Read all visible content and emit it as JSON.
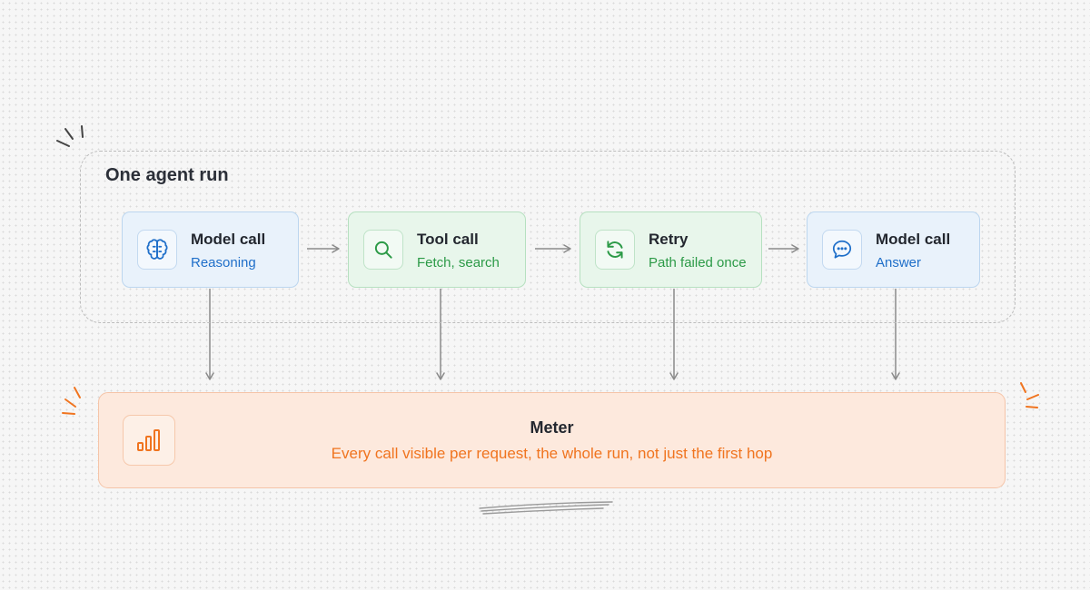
{
  "run": {
    "title": "One agent run",
    "steps": [
      {
        "title": "Model call",
        "subtitle": "Reasoning",
        "icon": "brain-icon",
        "tone": "blue"
      },
      {
        "title": "Tool call",
        "subtitle": "Fetch, search",
        "icon": "search-icon",
        "tone": "green"
      },
      {
        "title": "Retry",
        "subtitle": "Path failed once",
        "icon": "retry-icon",
        "tone": "green"
      },
      {
        "title": "Model call",
        "subtitle": "Answer",
        "icon": "chat-bubble-icon",
        "tone": "blue"
      }
    ]
  },
  "meter": {
    "title": "Meter",
    "subtitle": "Every call visible per request, the whole run, not just the first hop",
    "icon": "bar-chart-icon"
  },
  "colors": {
    "blue_accent": "#1f6fc9",
    "green_accent": "#2c9a47",
    "orange_accent": "#f0741f",
    "connector": "#8a8a8a"
  }
}
